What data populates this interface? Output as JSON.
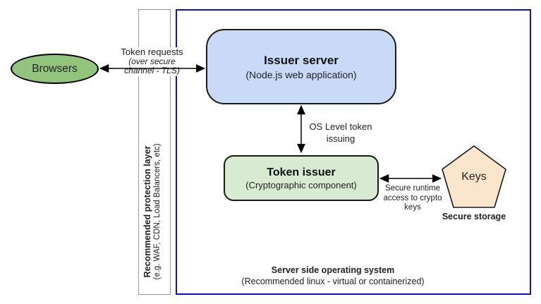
{
  "diagram": {
    "browsers": {
      "label": "Browsers"
    },
    "protection_layer": {
      "title": "Recommended protection layer",
      "subtitle": "(e.g. WAF, CDN, Load Balancers, etc)"
    },
    "issuer_server": {
      "title": "Issuer server",
      "subtitle": "(Node.js web application)"
    },
    "token_issuer": {
      "title": "Token issuer",
      "subtitle": "(Cryptographic component)"
    },
    "keys": {
      "label": "Keys",
      "caption": "Secure storage"
    },
    "operating_system": {
      "title": "Server side operating system",
      "subtitle": "(Recommended linux - virtual or containerized)"
    },
    "edges": {
      "token_requests": {
        "line1": "Token requests",
        "line2": "(over secure",
        "line3": "channel - TLS)"
      },
      "os_level": {
        "line1": "OS Level token",
        "line2": "issuing"
      },
      "secure_runtime": {
        "line1": "Secure runtime",
        "line2": "access to crypto",
        "line3": "keys"
      }
    },
    "colors": {
      "browsers_fill": "#93c47d",
      "issuer_fill": "#c9daf8",
      "token_issuer_fill": "#d9ead3",
      "keys_fill": "#fce5cd",
      "os_border": "#0e0ee6",
      "strip_border": "#999999"
    }
  }
}
